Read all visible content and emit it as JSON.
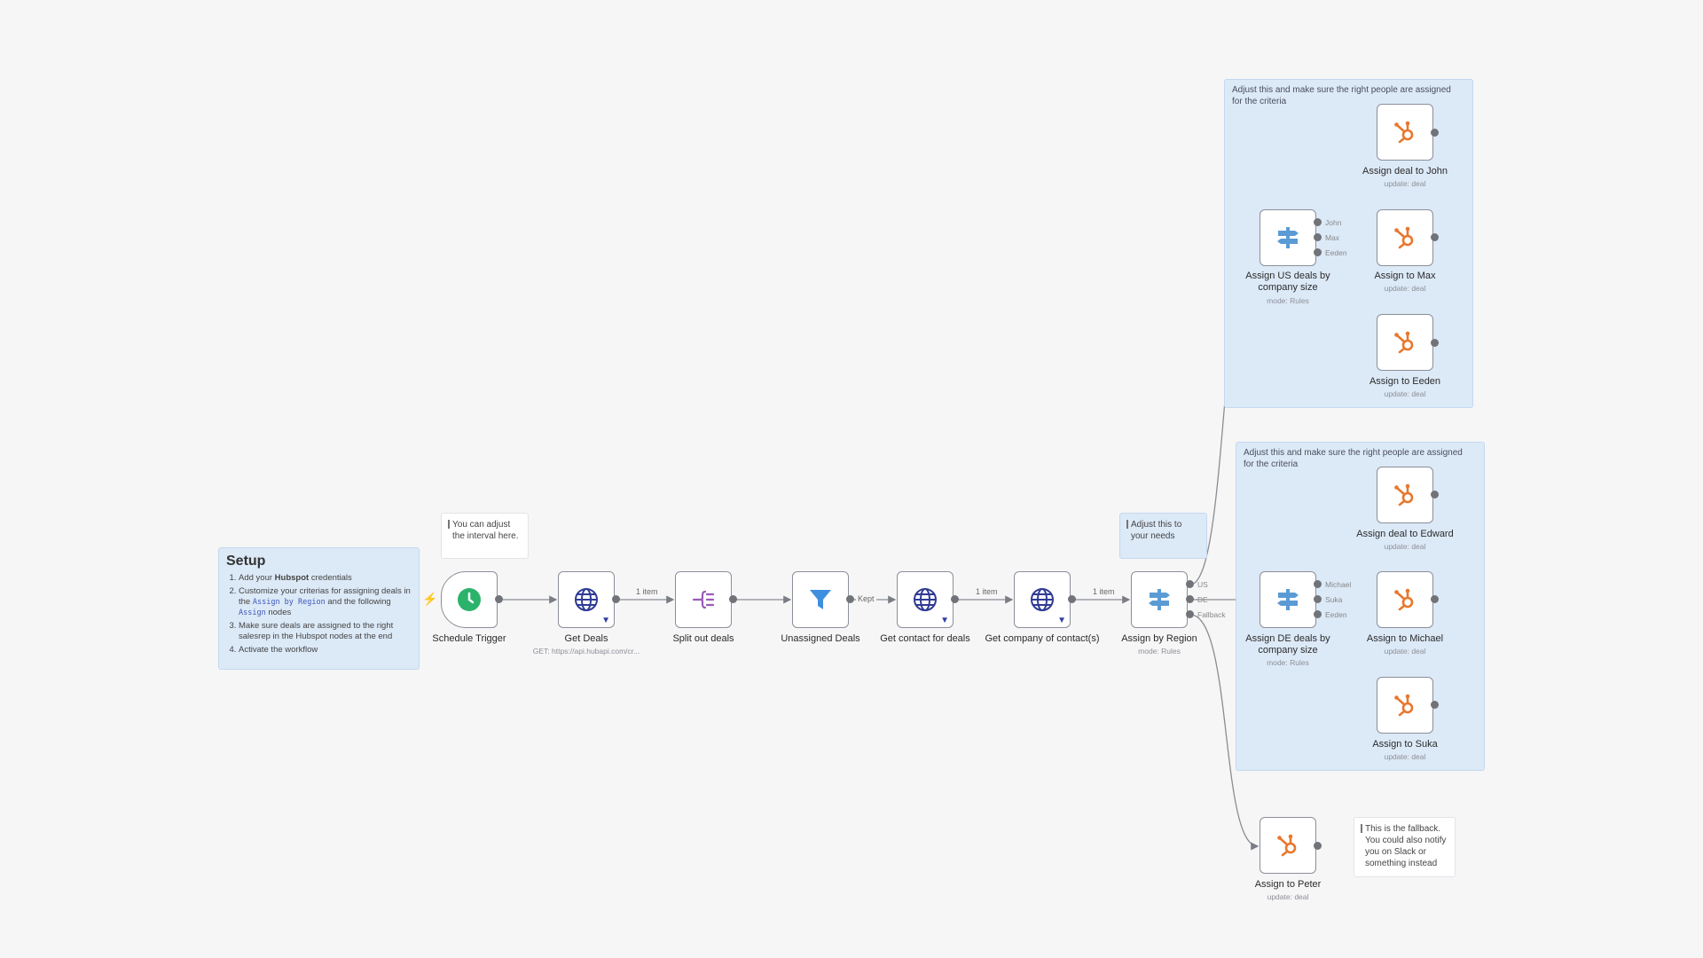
{
  "setup": {
    "title": "Setup",
    "steps": [
      {
        "pre": "Add your ",
        "bold": "Hubspot",
        "post": " credentials"
      },
      {
        "pre": "Customize your criterias for assigning deals in the ",
        "code1": "Assign by Region",
        "mid": " and the following ",
        "code2": "Assign",
        "post": " nodes"
      },
      {
        "text": "Make sure deals are assigned to the right salesrep in the Hubspot nodes at the end"
      },
      {
        "text": "Activate the workflow"
      }
    ]
  },
  "notes": {
    "interval": "You can adjust the interval here.",
    "region": "Adjust this to your needs",
    "fallback": "This is the fallback. You could also notify you on Slack or something instead",
    "group_us": "Adjust this and make sure the right people are assigned for the criteria",
    "group_de": "Adjust this and make sure the right people are assigned for the criteria"
  },
  "nodes": {
    "schedule": {
      "label": "Schedule Trigger",
      "icon": "clock-icon"
    },
    "get_deals": {
      "label": "Get Deals",
      "sub": "GET: https://api.hubapi.com/cr...",
      "icon": "globe-icon"
    },
    "split": {
      "label": "Split out deals",
      "icon": "split-icon"
    },
    "unassigned": {
      "label": "Unassigned Deals",
      "icon": "filter-icon"
    },
    "get_contact": {
      "label": "Get contact for deals",
      "icon": "globe-icon"
    },
    "get_company": {
      "label": "Get company of contact(s)",
      "icon": "globe-icon"
    },
    "region": {
      "label": "Assign by Region",
      "sub": "mode: Rules",
      "icon": "switch-icon"
    },
    "us_size": {
      "label": "Assign US deals by company size",
      "sub": "mode: Rules",
      "icon": "switch-icon"
    },
    "de_size": {
      "label": "Assign DE deals by company size",
      "sub": "mode: Rules",
      "icon": "switch-icon"
    },
    "john": {
      "label": "Assign deal to John",
      "sub": "update: deal",
      "icon": "hubspot-icon"
    },
    "max": {
      "label": "Assign to Max",
      "sub": "update: deal",
      "icon": "hubspot-icon"
    },
    "eeden_us": {
      "label": "Assign to Eeden",
      "sub": "update: deal",
      "icon": "hubspot-icon"
    },
    "edward": {
      "label": "Assign deal to Edward",
      "sub": "update: deal",
      "icon": "hubspot-icon"
    },
    "michael": {
      "label": "Assign to Michael",
      "sub": "update: deal",
      "icon": "hubspot-icon"
    },
    "suka": {
      "label": "Assign to Suka",
      "sub": "update: deal",
      "icon": "hubspot-icon"
    },
    "peter": {
      "label": "Assign to Peter",
      "sub": "update: deal",
      "icon": "hubspot-icon"
    }
  },
  "edges": {
    "one_item_a": "1 item",
    "kept": "Kept",
    "one_item_b": "1 item",
    "one_item_c": "1 item"
  },
  "outputs": {
    "region": [
      "US",
      "DE",
      "Fallback"
    ],
    "us": [
      "John",
      "Max",
      "Eeden"
    ],
    "de": [
      "Michael",
      "Suka",
      "Eeden"
    ]
  },
  "colors": {
    "hubspot": "#e8772e",
    "switch": "#5b9bd5",
    "globe": "#2f3b94",
    "schedule": "#2cb36b",
    "split": "#9a5bb8",
    "filter": "#3f8fe0"
  }
}
